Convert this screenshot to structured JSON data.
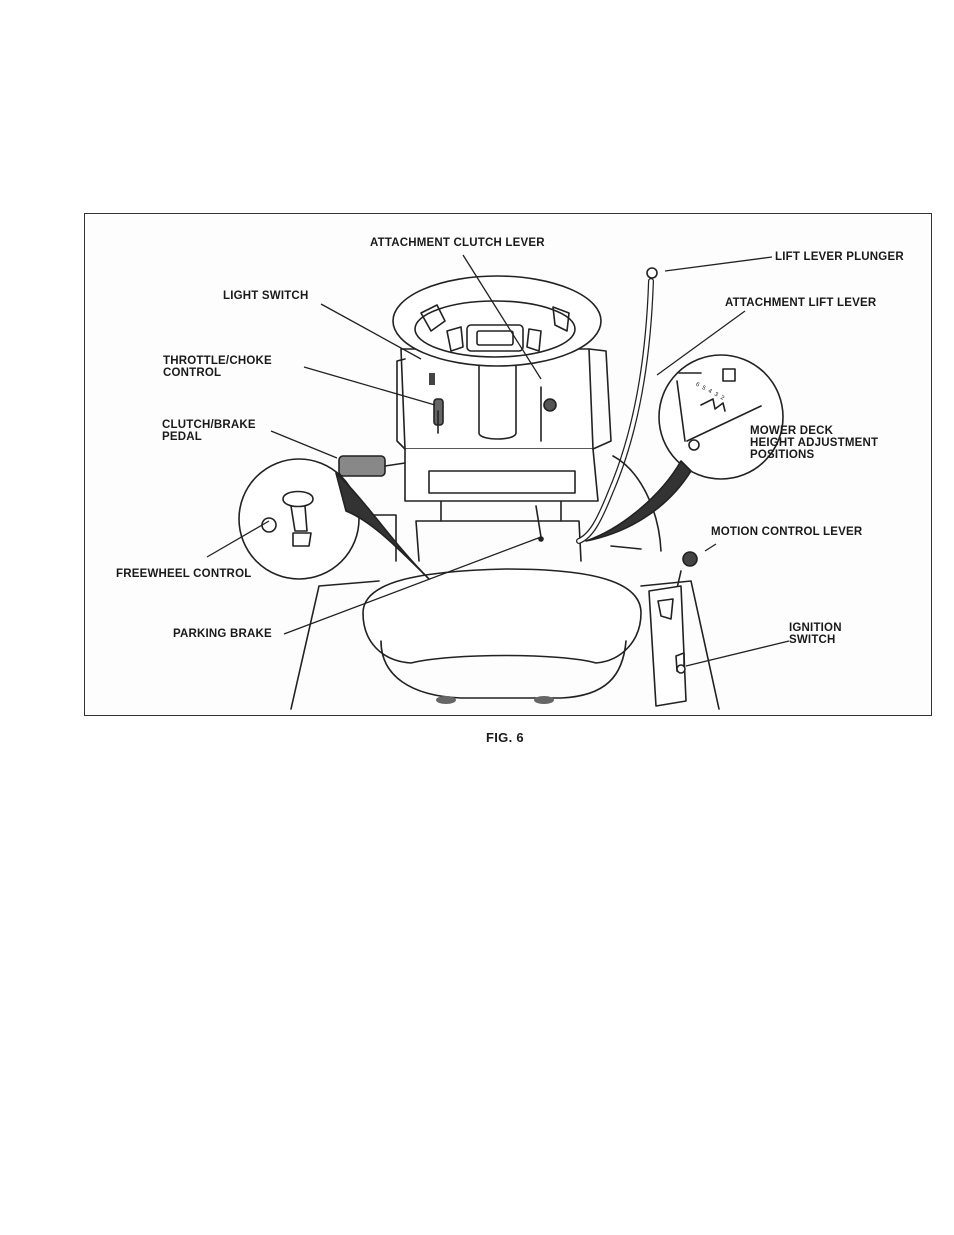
{
  "figure": {
    "caption": "FIG. 6",
    "labels": {
      "attachment_clutch_lever": "ATTACHMENT CLUTCH LEVER",
      "lift_lever_plunger": "LIFT LEVER PLUNGER",
      "light_switch": "LIGHT SWITCH",
      "attachment_lift_lever": "ATTACHMENT LIFT LEVER",
      "throttle_choke_control": [
        "THROTTLE/CHOKE",
        "CONTROL"
      ],
      "clutch_brake_pedal": [
        "CLUTCH/BRAKE",
        "PEDAL"
      ],
      "mower_deck_height": [
        "MOWER DECK",
        "HEIGHT ADJUSTMENT",
        "POSITIONS"
      ],
      "freewheel_control": "FREEWHEEL CONTROL",
      "motion_control_lever": "MOTION CONTROL LEVER",
      "parking_brake": "PARKING BRAKE",
      "ignition_switch": [
        "IGNITION",
        "SWITCH"
      ],
      "height_scale_numbers": "6 5 4 3 2"
    }
  }
}
